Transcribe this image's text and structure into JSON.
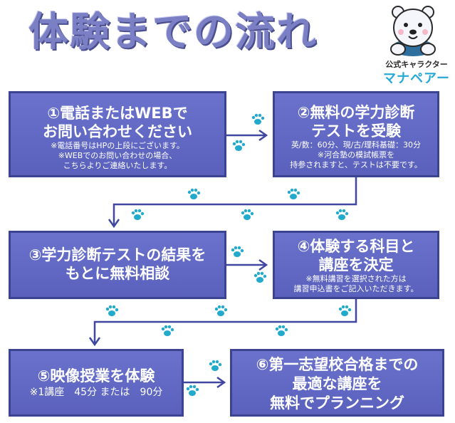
{
  "title": "体験までの流れ",
  "mascot": {
    "label": "公式キャラクター",
    "name": "マナペアー",
    "icon": "bear-mascot-icon"
  },
  "steps": [
    {
      "title_lines": [
        "①電話またはWEBで",
        "お問い合わせください"
      ],
      "notes": [
        "※電話番号はHPの上段にございます。",
        "※WEBでのお問い合わせの場合、",
        "こちらよりご連絡いたします。"
      ]
    },
    {
      "title_lines": [
        "②無料の学力診断",
        "テストを受験"
      ],
      "notes": [
        "英/数：60分、現/古/理科基礎：30分",
        "※河合塾の模試帳票を",
        "持参されますと、テストは不要です。"
      ]
    },
    {
      "title_lines": [
        "③学力診断テストの結果を",
        "もとに無料相談"
      ],
      "notes": []
    },
    {
      "title_lines": [
        "④体験する科目と",
        "講座を決定"
      ],
      "notes": [
        "※無料講習を選択された方は",
        "講習申込書をご記入いただきます。"
      ]
    },
    {
      "title_lines": [
        "⑤映像授業を体験"
      ],
      "notes": [
        "※1講座　45分 または　90分"
      ]
    },
    {
      "title_lines": [
        "⑥第一志望校合格までの",
        "最適な講座を",
        "無料でプランニング"
      ],
      "notes": []
    }
  ],
  "colors": {
    "box": "#5f66c4",
    "border": "#3c4390",
    "arrow": "#3f47a0",
    "paw": "#22aacc",
    "title": "#7b7fc4",
    "mascot_name": "#26a8d8"
  },
  "decor": {
    "arrow_icon": "flow-arrow-icon",
    "paw_icon": "paw-print-icon"
  }
}
